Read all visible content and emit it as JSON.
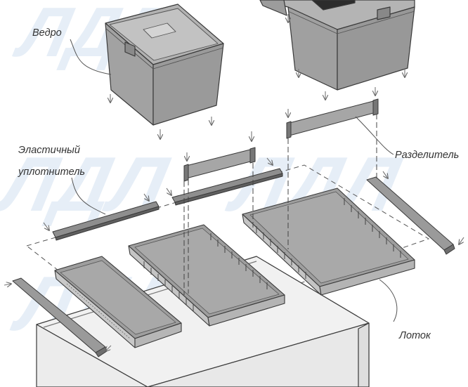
{
  "labels": {
    "bucket": "Ведро",
    "seal_line1": "Эластичный",
    "seal_line2": "уплотнитель",
    "divider": "Разделитель",
    "tray": "Лоток"
  },
  "watermark": {
    "text": "ЛДЛ",
    "color": "#e6eef7"
  },
  "colors": {
    "tray_fill": "#aaaaaa",
    "tray_dark": "#7f7f7f",
    "outline": "#3a3a3a",
    "bucket_fill": "#a9a9a9",
    "strip_fill": "#8c8c8c",
    "drawer_fill": "#f4f4f4"
  }
}
